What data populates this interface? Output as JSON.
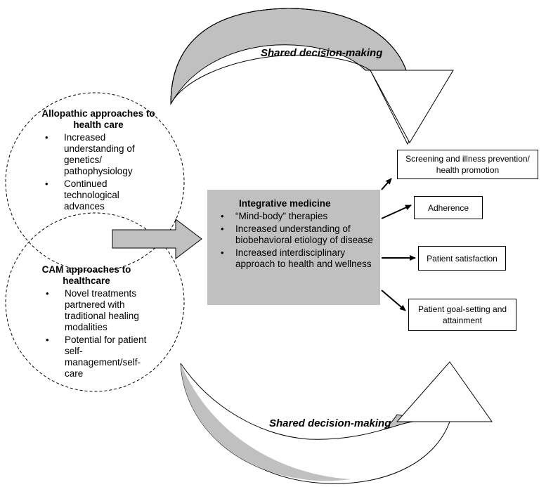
{
  "top_arrow": {
    "label": "Shared decision-making"
  },
  "bottom_arrow": {
    "label": "Shared decision-making"
  },
  "allopathic": {
    "title": "Allopathic approaches to health care",
    "bullets": [
      "Increased understanding of genetics/ pathophysiology",
      "Continued technological advances"
    ]
  },
  "cam": {
    "title": "CAM approaches to healthcare",
    "bullets": [
      "Novel treatments partnered with traditional healing modalities",
      "Potential for patient self-management/self-care"
    ]
  },
  "integrative": {
    "title": "Integrative medicine",
    "bullets": [
      "“Mind-body” therapies",
      "Increased understanding of biobehavioral etiology of disease",
      "Increased interdisciplinary approach to health and wellness"
    ]
  },
  "outcomes": {
    "screening": "Screening and illness prevention/ health promotion",
    "adherence": "Adherence",
    "satisfaction": "Patient satisfaction",
    "goal_setting": "Patient goal-setting and attainment"
  },
  "colors": {
    "fill_gray": "#c0c0c0",
    "stroke": "#000000",
    "background": "#ffffff"
  }
}
